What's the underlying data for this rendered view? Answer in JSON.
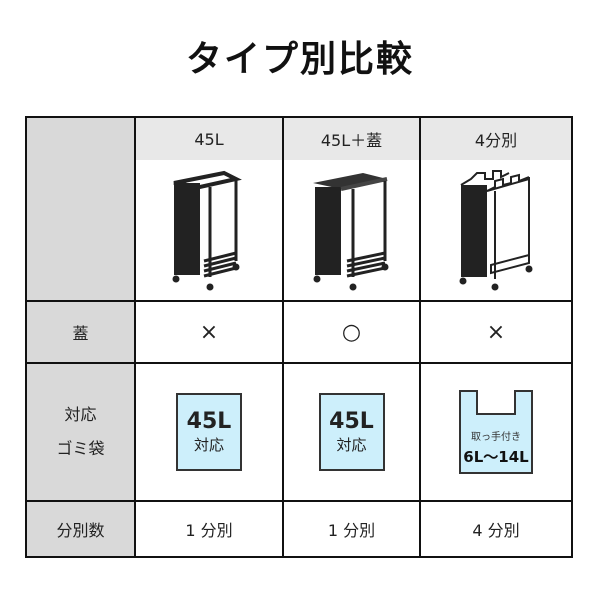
{
  "title": "タイプ別比較",
  "columns": [
    {
      "label": "45L",
      "product_image": "rack-frame-45l"
    },
    {
      "label": "45L＋蓋",
      "product_image": "rack-frame-45l-with-lid"
    },
    {
      "label": "4分別",
      "product_image": "rack-frame-4-compartment"
    }
  ],
  "rows": {
    "lid": {
      "label": "蓋",
      "values": [
        "×",
        "○",
        "×"
      ]
    },
    "bag": {
      "label_line1": "対応",
      "label_line2": "ゴミ袋",
      "values": [
        {
          "big": "45L",
          "small": "対応"
        },
        {
          "big": "45L",
          "small": "対応"
        },
        {
          "small": "取っ手付き",
          "big": "6L〜14L"
        }
      ]
    },
    "divisions": {
      "label": "分別数",
      "values": [
        "1 分別",
        "1 分別",
        "4 分別"
      ]
    }
  },
  "colors": {
    "border": "#111111",
    "label_bg": "#d9d9d9",
    "header_bg": "#e8e8e8",
    "bag_fill": "#cdeffb"
  }
}
